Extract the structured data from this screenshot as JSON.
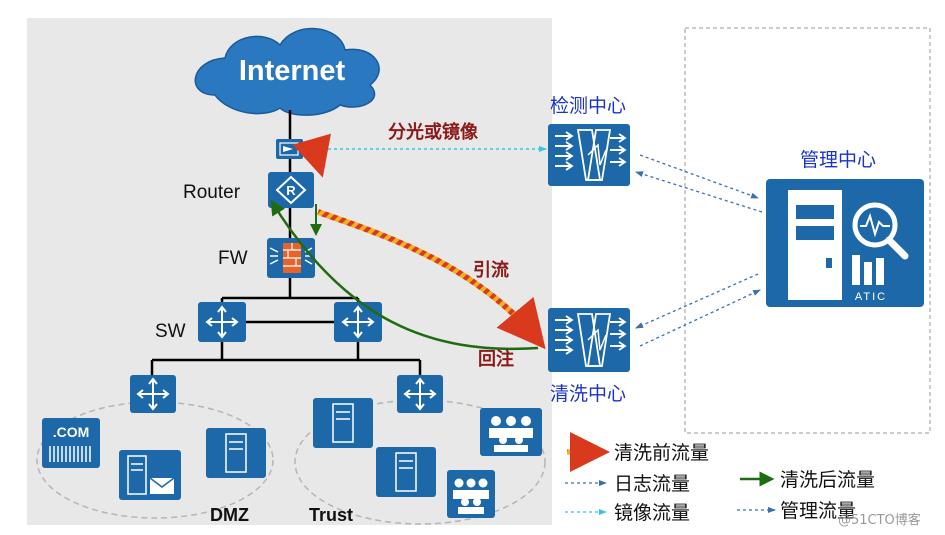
{
  "internet": {
    "label": "Internet"
  },
  "devices": {
    "router": "Router",
    "fw": "FW",
    "sw": "SW",
    "atic": "ATIC",
    "com": ".COM"
  },
  "centers": {
    "detect": "检测中心",
    "clean": "清洗中心",
    "manage": "管理中心"
  },
  "flows": {
    "split": "分光或镜像",
    "divert": "引流",
    "reinject": "回注"
  },
  "zones": {
    "dmz": "DMZ",
    "trust": "Trust"
  },
  "legend": {
    "before": "清洗前流量",
    "log": "日志流量",
    "after": "清洗后流量",
    "mirror": "镜像流量",
    "mgmt": "管理流量"
  },
  "watermark": "@51CTO博客",
  "colors": {
    "device_blue": "#1c68a8",
    "label_blue": "#1a33c8",
    "label_red": "#8b1a1a",
    "clean_green": "#1f6b12",
    "orange": "#e07b18",
    "log_blue": "#3b6fb0",
    "mirror_cyan": "#2fc8e0"
  }
}
